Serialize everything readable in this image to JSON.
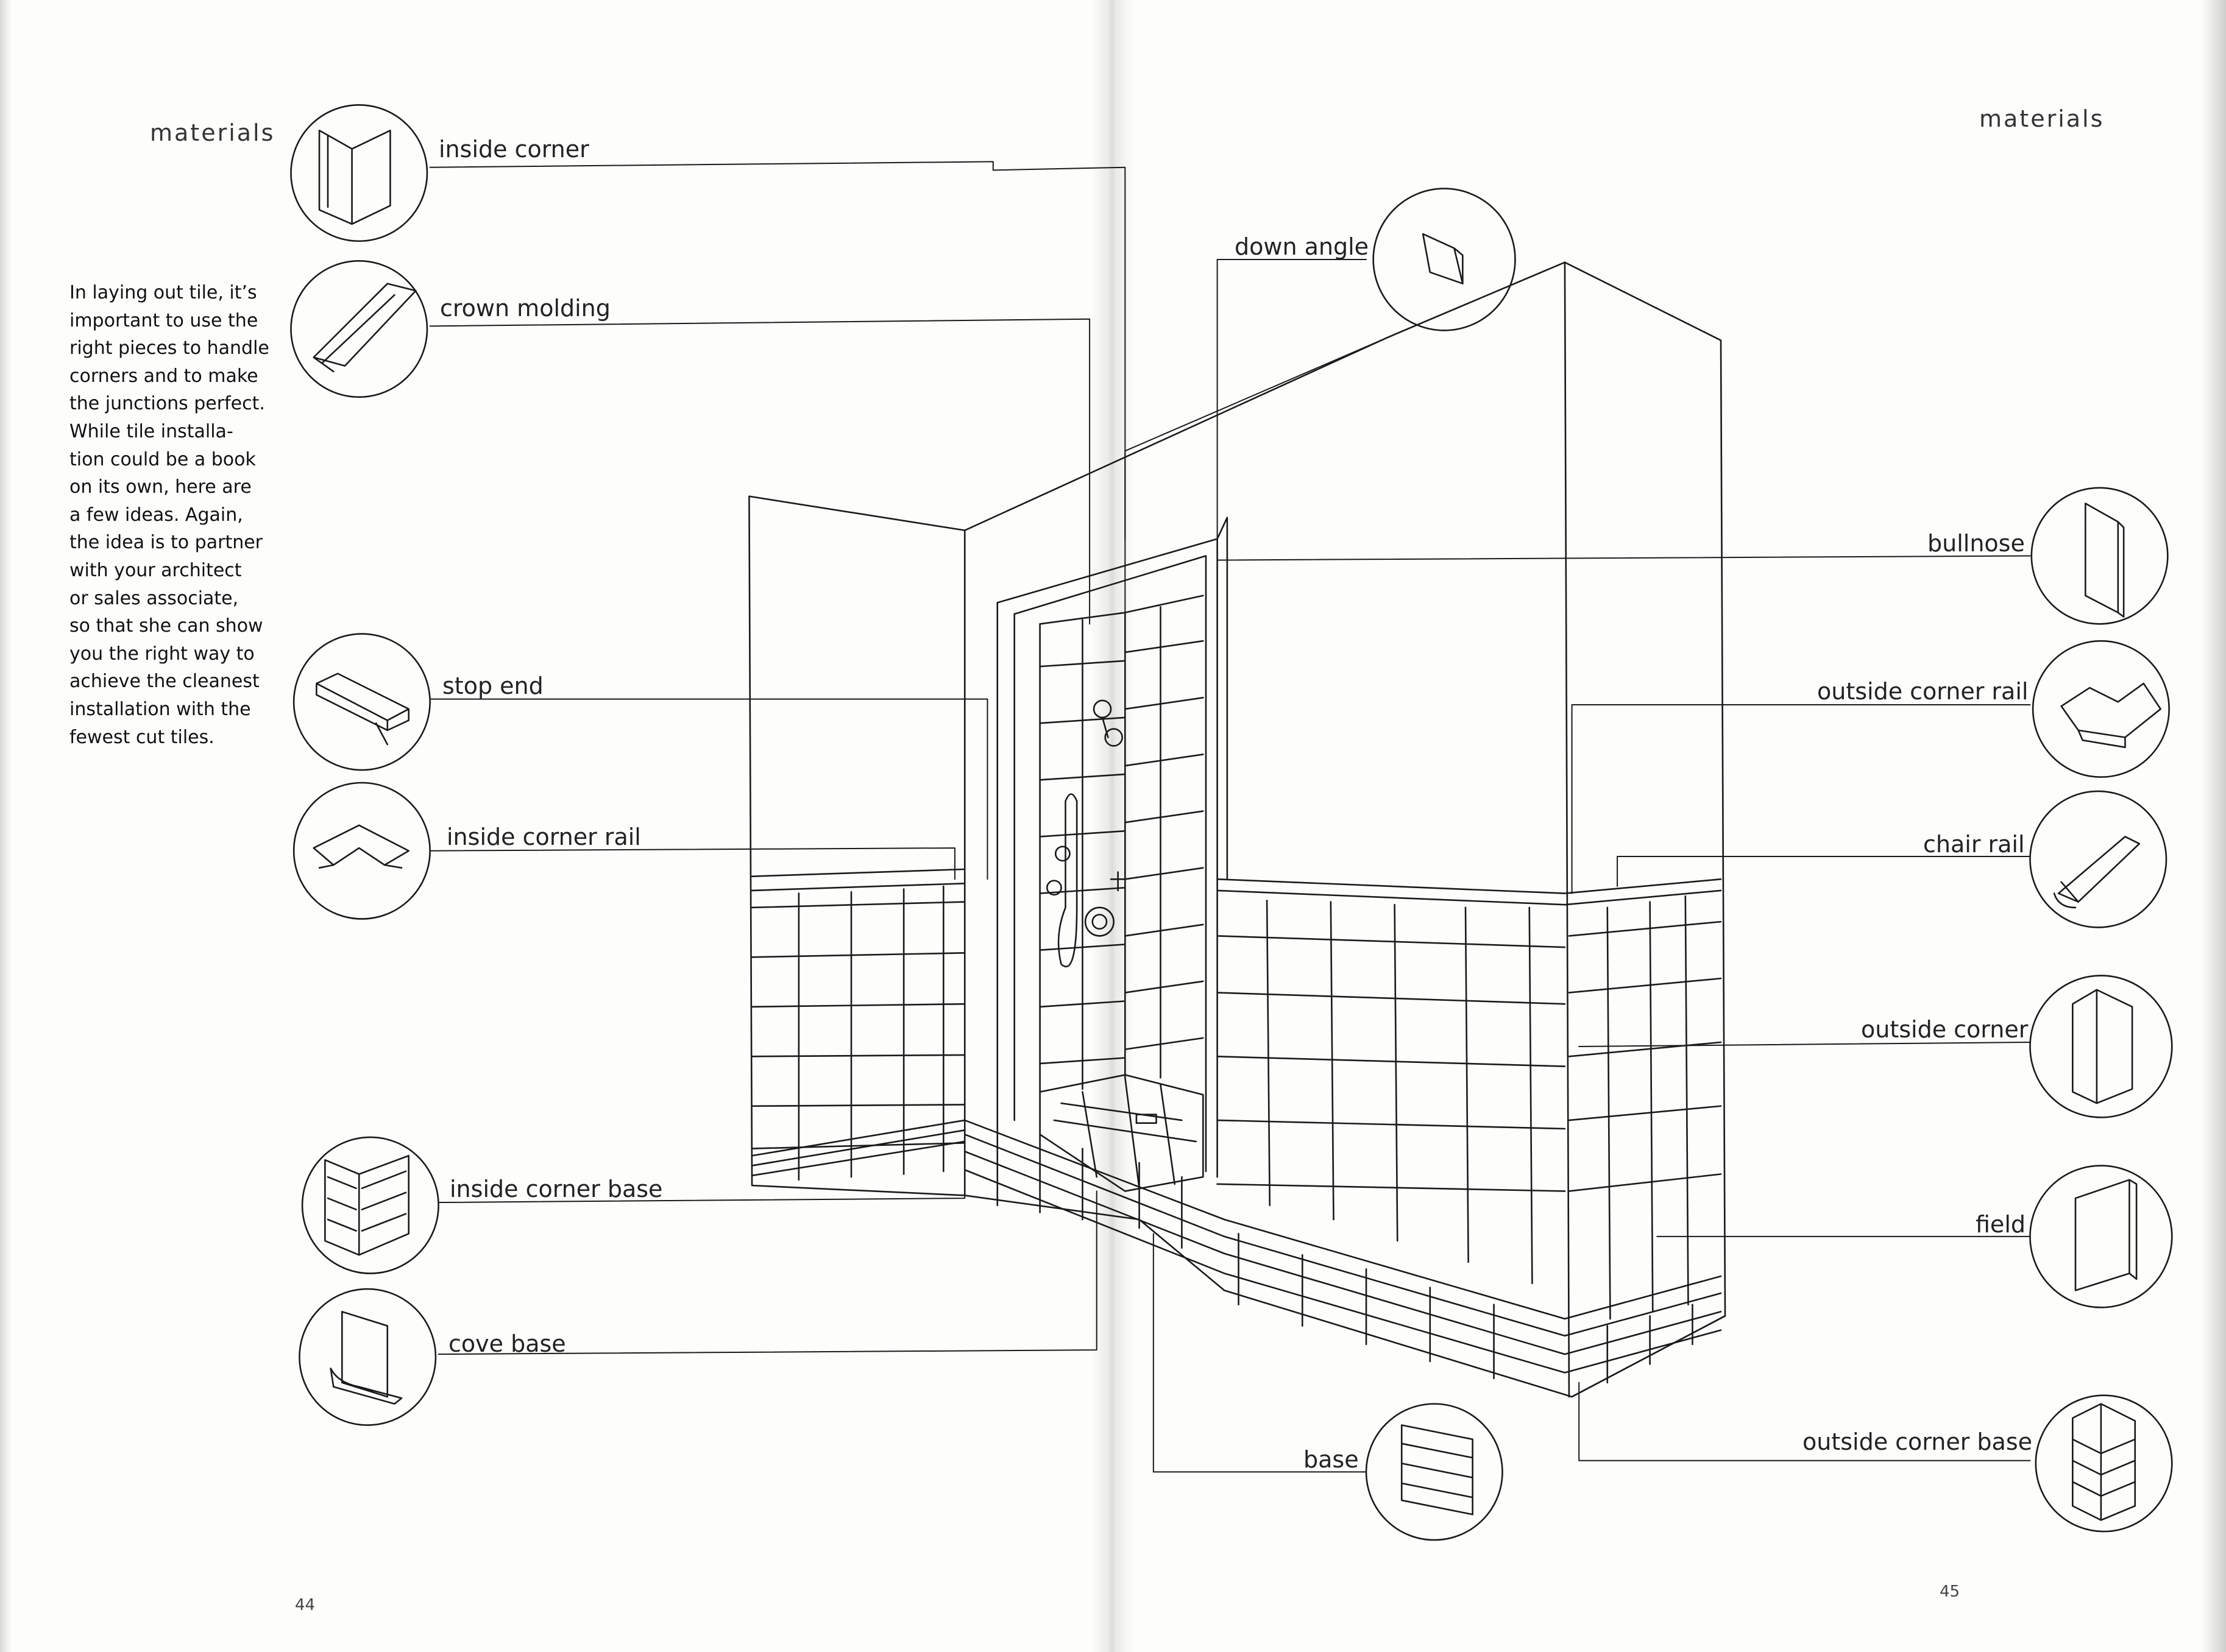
{
  "left_page": {
    "header": "materials",
    "paragraph_lines": [
      "In laying out tile, it’s",
      "important to use the",
      "right pieces to handle",
      "corners and to make",
      "the junctions perfect.",
      "While tile installa-",
      "tion could be a book",
      "on its own, here are",
      "a few ideas. Again,",
      "the idea is to partner",
      "with your architect",
      "or sales associate,",
      "so that she can show",
      "you the right way to",
      "achieve the cleanest",
      "installation with the",
      "fewest cut tiles."
    ],
    "page_number": "44"
  },
  "right_page": {
    "header": "materials",
    "page_number": "45"
  },
  "callouts": {
    "inside_corner": "inside corner",
    "crown_molding": "crown molding",
    "stop_end": "stop end",
    "inside_corner_rail": "inside corner rail",
    "inside_corner_base": "inside corner base",
    "cove_base": "cove base",
    "down_angle": "down angle",
    "bullnose": "bullnose",
    "outside_corner_rail": "outside corner rail",
    "chair_rail": "chair rail",
    "outside_corner": "outside corner",
    "field": "field",
    "outside_corner_base": "outside corner base",
    "base": "base"
  },
  "icons": [
    "inside-corner-tile-icon",
    "crown-molding-tile-icon",
    "stop-end-tile-icon",
    "inside-corner-rail-tile-icon",
    "inside-corner-base-tile-icon",
    "cove-base-tile-icon",
    "down-angle-tile-icon",
    "bullnose-tile-icon",
    "outside-corner-rail-tile-icon",
    "chair-rail-tile-icon",
    "outside-corner-tile-icon",
    "field-tile-icon",
    "outside-corner-base-tile-icon",
    "base-tile-icon"
  ],
  "colors": {
    "ink": "#222222",
    "paper": "#fdfdfb",
    "gutter_shadow": "#dcdcd8"
  }
}
